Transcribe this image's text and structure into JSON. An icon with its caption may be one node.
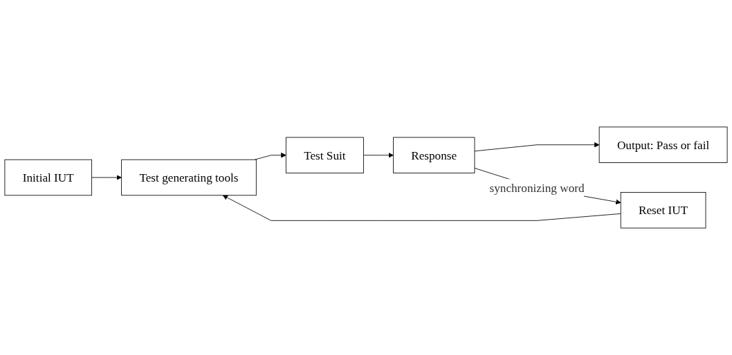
{
  "diagram": {
    "nodes": [
      {
        "text": [
          "Initial IUT"
        ]
      },
      {
        "text": [
          "Test generating tools"
        ]
      },
      {
        "text": [
          "Test Suit"
        ]
      },
      {
        "text": [
          "Response"
        ]
      },
      {
        "text": [
          "Output: Pass or fail"
        ]
      },
      {
        "text": [
          "Reset IUT"
        ]
      }
    ],
    "edges": [
      {
        "from": 0,
        "to": 1,
        "arrow": "to"
      },
      {
        "from": 1,
        "to": 2,
        "arrow": "to"
      },
      {
        "from": 2,
        "to": 3,
        "arrow": "to"
      },
      {
        "from": 3,
        "to": 4,
        "arrow": "to"
      },
      {
        "from": 3,
        "to": 5,
        "arrow": "to",
        "label": "synchronizing word"
      },
      {
        "from": 5,
        "to": 1,
        "arrow": "to"
      }
    ]
  }
}
